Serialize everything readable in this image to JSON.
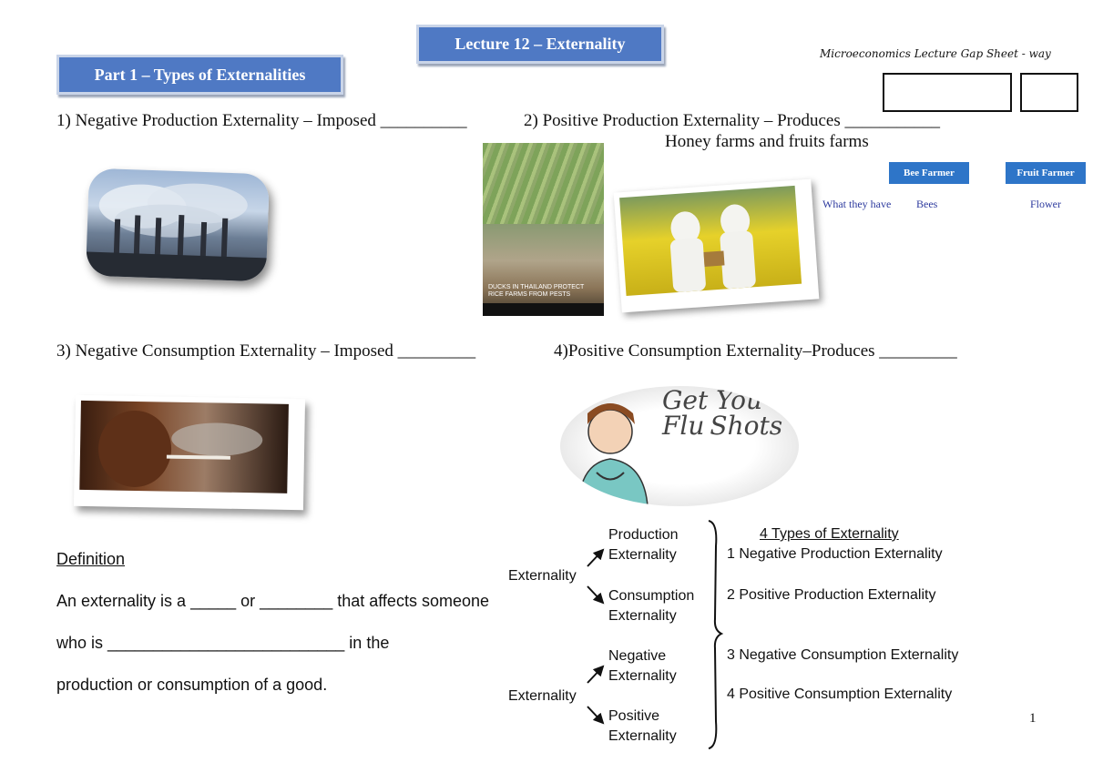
{
  "header": {
    "lecture_title": "Lecture 12 – Externality",
    "part_title": "Part 1 – Types of Externalities",
    "course_note": "Microeconomics Lecture Gap Sheet - way"
  },
  "sections": {
    "s1": "1)  Negative Production Externality – Imposed __________",
    "s2": "2) Positive Production Externality – Produces ___________",
    "s2_example": "Honey farms and fruits farms",
    "s3": "3) Negative Consumption Externality – Imposed _________",
    "s4": "4)Positive Consumption Externality–Produces _________"
  },
  "photo_captions": {
    "ducks": "DUCKS IN THAILAND PROTECT RICE FARMS FROM PESTS",
    "flu_line1": "Get You",
    "flu_line2": "Flu",
    "flu_line3": "Shots"
  },
  "farm_table": {
    "col1_header": "Bee Farmer",
    "col2_header": "Fruit Farmer",
    "row_label": "What they have",
    "col1_value": "Bees",
    "col2_value": "Flower"
  },
  "definition": {
    "heading": "Definition",
    "line1": "An externality is a _____ or ________ that affects someone",
    "line2": "who is __________________________ in the",
    "line3": "production or consumption of a good."
  },
  "tree": {
    "root1": "Externality",
    "branch1a_l1": "Production",
    "branch1a_l2": "Externality",
    "branch1b_l1": "Consumption",
    "branch1b_l2": "Externality",
    "root2": "Externality",
    "branch2a_l1": "Negative",
    "branch2a_l2": "Externality",
    "branch2b_l1": "Positive",
    "branch2b_l2": "Externality"
  },
  "types_list": {
    "heading": "4 Types of Externality",
    "items": [
      "1  Negative Production Externality",
      "2  Positive Production Externality",
      "3  Negative Consumption Externality",
      "4  Positive Consumption Externality"
    ]
  },
  "page_number": "1"
}
